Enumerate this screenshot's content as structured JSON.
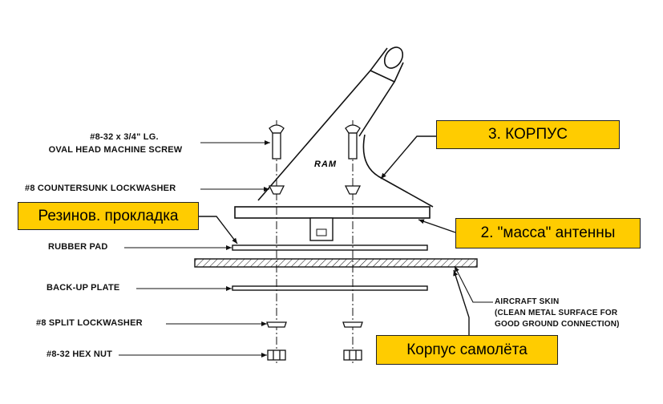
{
  "labels": {
    "screw_line1": "#8-32 x 3/4\" LG.",
    "screw_line2": "OVAL HEAD MACHINE SCREW",
    "countersunk_lockwasher": "#8 COUNTERSUNK LOCKWASHER",
    "rubber_pad": "RUBBER PAD",
    "backup_plate": "BACK-UP PLATE",
    "split_lockwasher": "#8 SPLIT LOCKWASHER",
    "hex_nut": "#8-32 HEX NUT",
    "aircraft_skin_line1": "AIRCRAFT SKIN",
    "aircraft_skin_line2": "(CLEAN METAL SURFACE FOR",
    "aircraft_skin_line3": "GOOD GROUND CONNECTION)",
    "brand_mark": "RAM"
  },
  "callouts": {
    "housing": "3. КОРПУС",
    "rubber_gasket": "Резинов. прокладка",
    "antenna_ground": "2. \"масса\" антенны",
    "aircraft_body": "Корпус самолёта"
  },
  "colors": {
    "callout_fill": "#ffcc00",
    "line": "#111111"
  }
}
